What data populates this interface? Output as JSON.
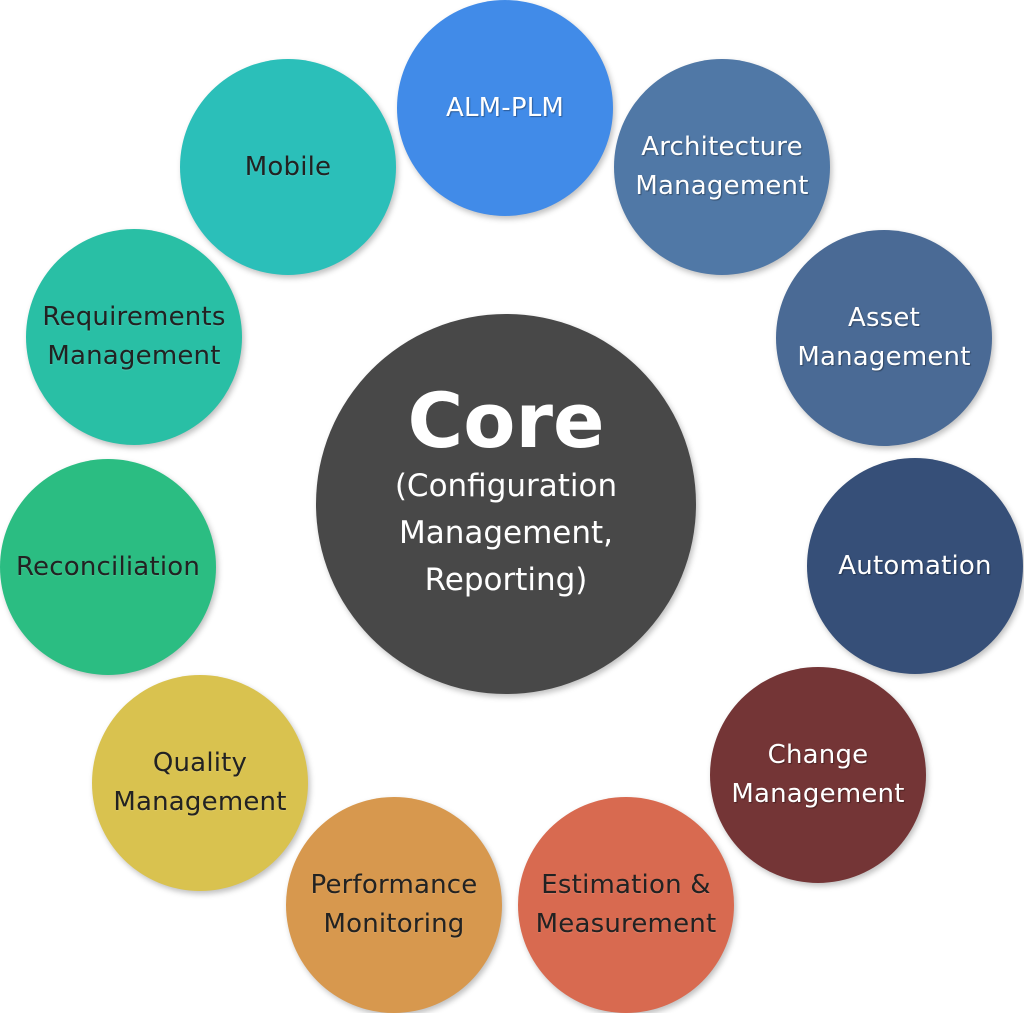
{
  "core": {
    "title": "Core",
    "subtitle_lines": [
      "(Configuration",
      "Management,",
      "Reporting)"
    ],
    "color": "#484848"
  },
  "nodes": [
    {
      "id": "alm",
      "lines": [
        "ALM-PLM"
      ],
      "color": "#418be8",
      "text": "light"
    },
    {
      "id": "arch",
      "lines": [
        "Architecture",
        "Management"
      ],
      "color": "#5078a6",
      "text": "light"
    },
    {
      "id": "asset",
      "lines": [
        "Asset",
        "Management"
      ],
      "color": "#4a6a95",
      "text": "light"
    },
    {
      "id": "auto",
      "lines": [
        "Automation"
      ],
      "color": "#364f78",
      "text": "light"
    },
    {
      "id": "change",
      "lines": [
        "Change",
        "Management"
      ],
      "color": "#743536",
      "text": "light"
    },
    {
      "id": "est",
      "lines": [
        "Estimation &",
        "Measurement"
      ],
      "color": "#d86a50",
      "text": "dark"
    },
    {
      "id": "perf",
      "lines": [
        "Performance",
        "Monitoring"
      ],
      "color": "#d7984e",
      "text": "dark"
    },
    {
      "id": "qual",
      "lines": [
        "Quality",
        "Management"
      ],
      "color": "#d9c24f",
      "text": "dark"
    },
    {
      "id": "recon",
      "lines": [
        "Reconciliation"
      ],
      "color": "#2bbd82",
      "text": "dark"
    },
    {
      "id": "req",
      "lines": [
        "Requirements",
        "Management"
      ],
      "color": "#29bfa5",
      "text": "dark"
    },
    {
      "id": "mob",
      "lines": [
        "Mobile"
      ],
      "color": "#2bbfb9",
      "text": "dark"
    }
  ]
}
